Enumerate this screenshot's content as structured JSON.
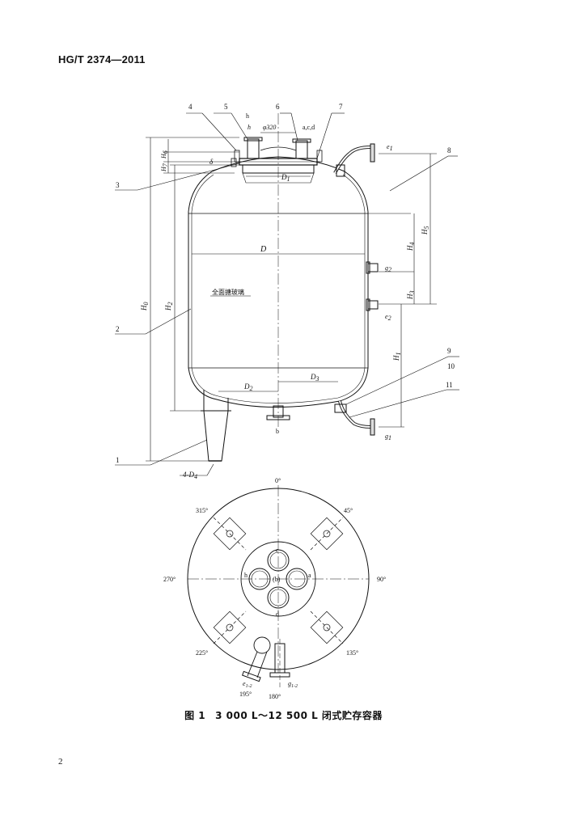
{
  "page": {
    "header": "HG/T 2374—2011",
    "page_number": "2",
    "caption": {
      "figure_no": "图 1",
      "title": "3 000 L～12 500 L 闭式贮存容器"
    }
  },
  "callouts": [
    "1",
    "2",
    "3",
    "4",
    "5",
    "6",
    "7",
    "8",
    "9",
    "10",
    "11"
  ],
  "dimension_labels": {
    "phi320": "φ320",
    "D": "D",
    "D1": "D",
    "D1_sub": "1",
    "D2": "D",
    "D2_sub": "2",
    "D3": "D",
    "D3_sub": "3",
    "D4": "4-D",
    "D4_sub": "4",
    "H0": "H",
    "H0_sub": "0",
    "H1": "H",
    "H1_sub": "1",
    "H2": "H",
    "H2_sub": "2",
    "H3": "H",
    "H3_sub": "3",
    "H4": "H",
    "H4_sub": "4",
    "H5": "H",
    "H5_sub": "5",
    "H6": "H",
    "H6_sub": "6",
    "H7": "H",
    "H7_sub": "7",
    "delta": "δ",
    "h": "h"
  },
  "nozzle_labels": {
    "acd": "a,c,d",
    "h_top": "h",
    "e1": "e",
    "e1_sub": "1",
    "e2": "e",
    "e2_sub": "2",
    "g1": "g",
    "g1_sub": "1",
    "g2": "g",
    "g2_sub": "2",
    "b": "b"
  },
  "lining_note": "全面搪玻璃",
  "plan_view": {
    "angles": {
      "a0": "0°",
      "a45": "45°",
      "a90": "90°",
      "a135": "135°",
      "a180": "180°",
      "a195": "195°",
      "a225": "225°",
      "a270": "270°",
      "a315": "315°"
    },
    "nozzles": {
      "c": "c",
      "a": "a",
      "b": "(b)",
      "d": "d",
      "h": "h"
    },
    "outlets": {
      "e": "e",
      "e_sub": "1-2",
      "g": "g",
      "g_sub": "1-2"
    }
  }
}
